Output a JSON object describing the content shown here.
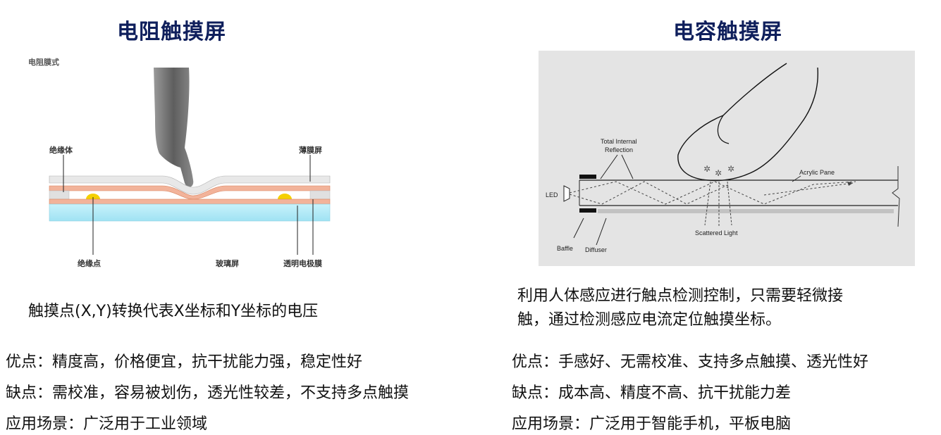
{
  "left": {
    "title": "电阻触摸屏",
    "diagram": {
      "tag": "电阻膜式",
      "label_insulator": "绝缘体",
      "label_film": "薄膜屏",
      "label_insulation_dot": "绝缘点",
      "label_glass": "玻璃屏",
      "label_electrode": "透明电极膜"
    },
    "caption": "触摸点(X,Y)转换代表X坐标和Y坐标的电压",
    "pros": "优点：精度高，价格便宜，抗干扰能力强，稳定性好",
    "cons": "缺点：需校准，容易被划伤，透光性较差，不支持多点触摸",
    "usage": "应用场景：广泛用于工业领域"
  },
  "right": {
    "title": "电容触摸屏",
    "diagram": {
      "label_tir_1": "Total Internal",
      "label_tir_2": "Reflection",
      "label_led": "LED",
      "label_acrylic": "Acrylic Pane",
      "label_scattered": "Scattered Light",
      "label_baffle": "Baffle",
      "label_diffuser": "Diffuser"
    },
    "caption_line1": "利用人体感应进行触点检测控制，只需要轻微接",
    "caption_line2": "触，通过检测感应电流定位触摸坐标。",
    "pros": "优点：手感好、无需校准、支持多点触摸、透光性好",
    "cons": "缺点：成本高、精度不高、抗干扰能力差",
    "usage": "应用场景：广泛用于智能手机，平板电脑"
  },
  "colors": {
    "title": "#0f1f5c",
    "film": "#f2b39a",
    "glass": "#aee8f5",
    "dot": "#f5d000",
    "hand": "#7a7a7a",
    "panel": "#e4e4e4"
  }
}
